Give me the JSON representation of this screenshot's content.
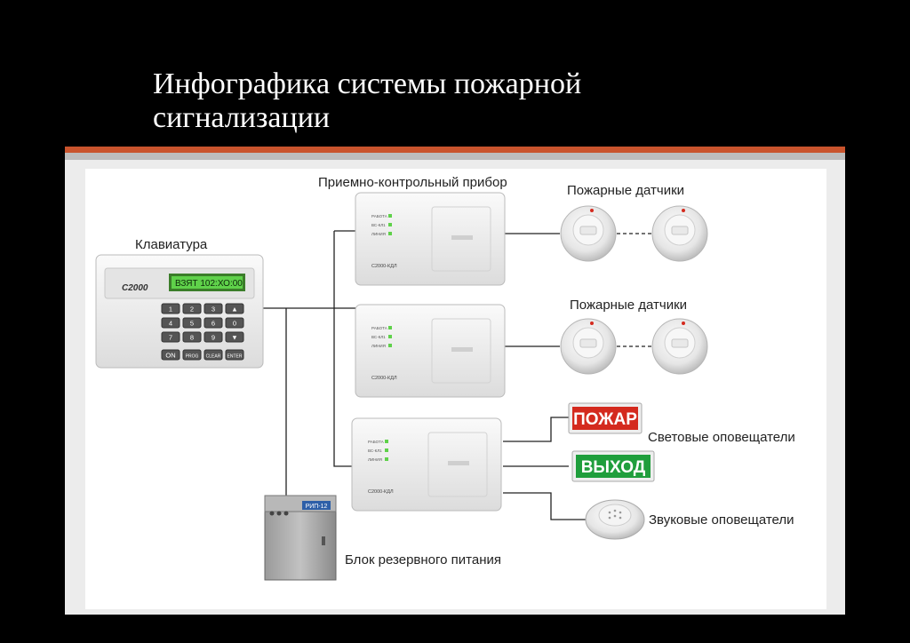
{
  "title_line1": "Инфографика системы пожарной",
  "title_line2": "сигнализации",
  "labels": {
    "keyboard": "Клавиатура",
    "control_unit": "Приемно-контрольный прибор",
    "detectors_1": "Пожарные датчики",
    "detectors_2": "Пожарные датчики",
    "light_alarms": "Световые оповещатели",
    "sound_alarms": "Звуковые оповещатели",
    "backup_power": "Блок резервного питания"
  },
  "keyboard_device": {
    "brand": "С2000",
    "display": "ВЗЯТ 102:ХО:00",
    "keys": [
      "1",
      "2",
      "3",
      "▲",
      "4",
      "5",
      "6",
      "0",
      "7",
      "8",
      "9",
      "▼",
      "ON",
      "PROG",
      "CLEAR",
      "ENTER"
    ]
  },
  "control_device": {
    "model": "С2000-КДЛ",
    "indicators": [
      "РАБОТА",
      "ВС-КЛ1",
      "ЛИНИЯ"
    ]
  },
  "signs": {
    "fire": "ПОЖАР",
    "exit": "ВЫХОД"
  },
  "power_device": {
    "model": "РИП-12"
  },
  "colors": {
    "accent_bar": "#c9542d",
    "fire_sign": "#d42a1e",
    "exit_sign": "#1f9e3c",
    "lcd": "#5fd14a"
  }
}
